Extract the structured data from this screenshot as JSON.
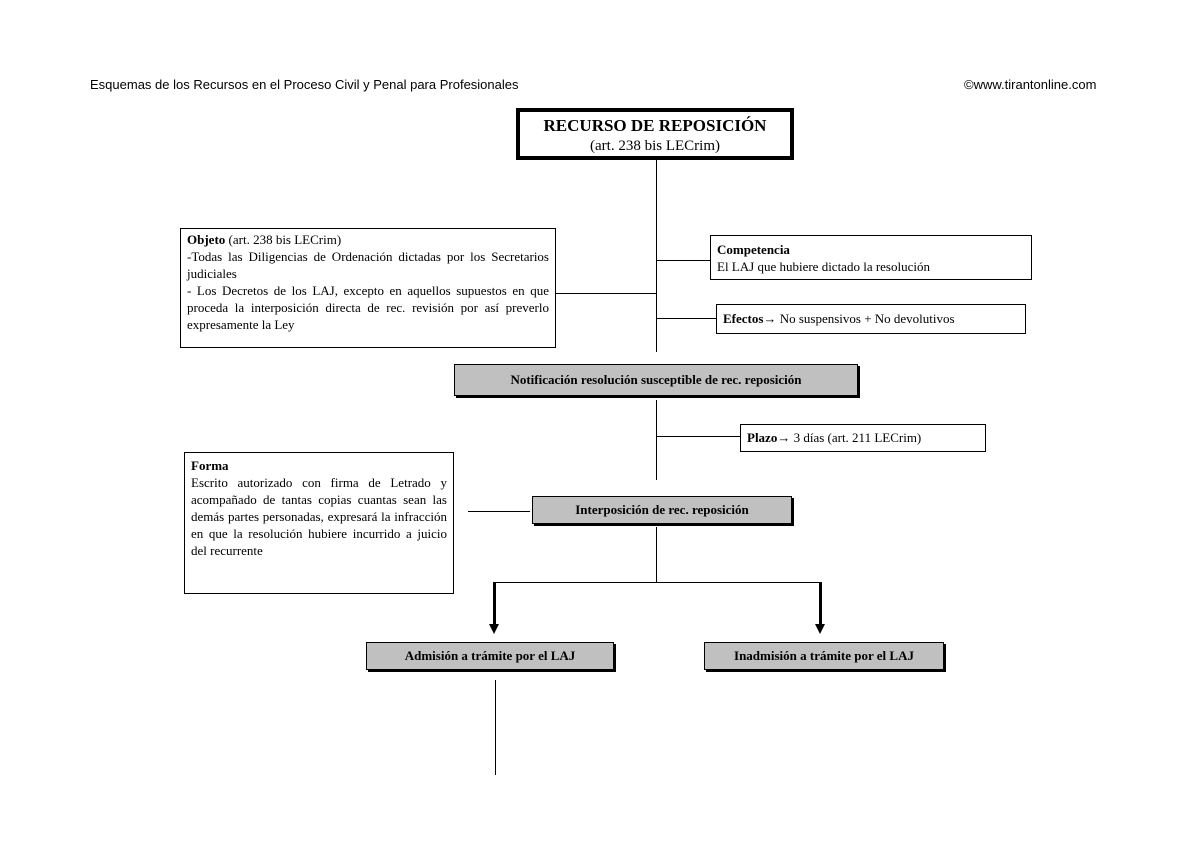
{
  "header": {
    "left": "Esquemas de los Recursos en el Proceso Civil y Penal para Profesionales",
    "right": "©www.tirantonline.com"
  },
  "title": {
    "main": "RECURSO DE REPOSICIÓN",
    "sub": "(art. 238 bis LECrim)"
  },
  "objeto": {
    "heading": "Objeto",
    "ref": " (art. 238 bis LECrim)",
    "lines": [
      "-Todas las Diligencias de Ordenación dictadas por los Secretarios judiciales",
      "- Los Decretos de los LAJ, excepto en aquellos supuestos en que proceda la interposición directa de rec. revisión por así preverlo expresamente la Ley"
    ]
  },
  "competencia": {
    "heading": "Competencia",
    "text": "El LAJ que hubiere dictado la resolución"
  },
  "efectos": {
    "heading": "Efectos→",
    "text": " No suspensivos + No devolutivos"
  },
  "notificacion": "Notificación resolución susceptible de rec. reposición",
  "plazo": {
    "heading": "Plazo→",
    "text": " 3 días (art. 211 LECrim)"
  },
  "forma": {
    "heading": "Forma",
    "text": "Escrito autorizado con firma de Letrado y acompañado de tantas copias cuantas sean las demás partes personadas, expresará la infracción en que la resolución hubiere incurrido a juicio del recurrente"
  },
  "interposicion": "Interposición de rec. reposición",
  "admision": "Admisión a trámite por el LAJ",
  "inadmision": "Inadmisión a trámite por el LAJ"
}
